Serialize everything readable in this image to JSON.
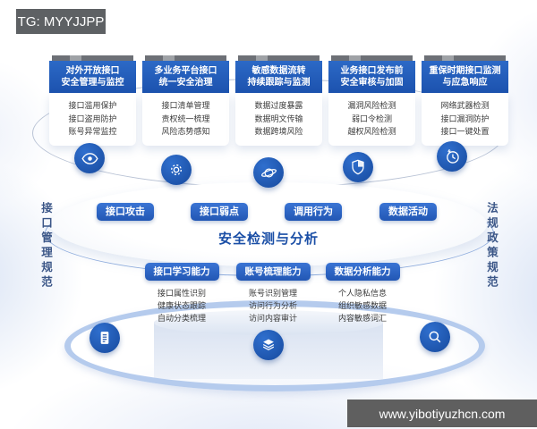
{
  "header_tag": {
    "label": "TG: MYYJJPP"
  },
  "watermark": {
    "label": "www.yibotiyuzhcn.com"
  },
  "colors": {
    "card_header_blue": "#1e57b2",
    "pill_blue": "#2e6cd0",
    "icon_circle_blue": "#1d56b0",
    "ring_light_blue": "#b5cbed",
    "accent_text_blue": "#1b4fa6",
    "tab_gray": "#6d7076",
    "corner_bar_gray": "#5f5f5f"
  },
  "cards": [
    {
      "title": "对外开放接口\n安全管理与监控",
      "items": [
        "接口滥用保护",
        "接口盗用防护",
        "账号异常监控"
      ],
      "icon": "eye-icon"
    },
    {
      "title": "多业务平台接口\n统一安全治理",
      "items": [
        "接口清单管理",
        "责权统一梳理",
        "风险态势感知"
      ],
      "icon": "gear-icon"
    },
    {
      "title": "敏感数据流转\n持续跟踪与监测",
      "items": [
        "数据过度暴露",
        "数据明文传输",
        "数据跨境风险"
      ],
      "icon": "planet-icon"
    },
    {
      "title": "业务接口发布前\n安全审核与加固",
      "items": [
        "漏洞风险检测",
        "弱口令检测",
        "越权风险检测"
      ],
      "icon": "shield-icon"
    },
    {
      "title": "重保时期接口监测\n与应急响应",
      "items": [
        "网络武器检测",
        "接口漏洞防护",
        "接口一键处置"
      ],
      "icon": "clock-icon"
    }
  ],
  "detection": {
    "pills": [
      "接口攻击",
      "接口弱点",
      "调用行为",
      "数据活动"
    ],
    "title": "安全检测与分析"
  },
  "side_labels": {
    "left": "接口管理规范",
    "right": "法规政策规范"
  },
  "capabilities": [
    {
      "label": "接口学习能力",
      "items": [
        "接口属性识别",
        "健康状态跟踪",
        "自动分类梳理"
      ]
    },
    {
      "label": "账号梳理能力",
      "items": [
        "账号识别管理",
        "访问行为分析",
        "访问内容审计"
      ]
    },
    {
      "label": "数据分析能力",
      "items": [
        "个人隐私信息",
        "组织敏感数据",
        "内容敏感词汇"
      ]
    }
  ],
  "icons": {
    "top_row": [
      "eye-icon",
      "gear-icon",
      "planet-icon",
      "shield-icon",
      "clock-icon"
    ],
    "bottom_row": [
      "document-icon",
      "layers-icon",
      "search-icon"
    ]
  }
}
